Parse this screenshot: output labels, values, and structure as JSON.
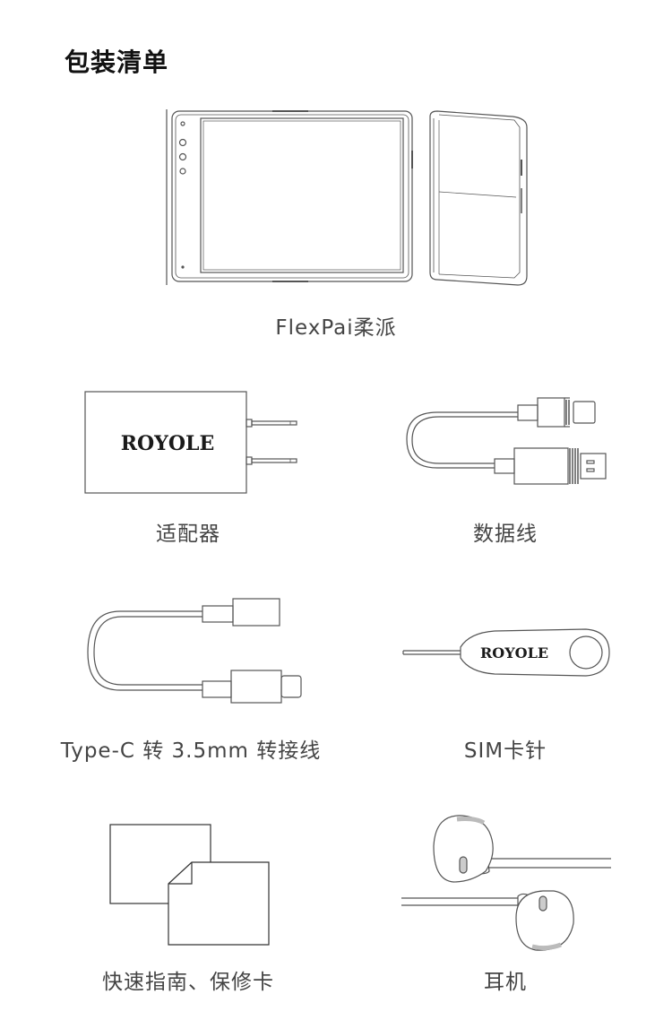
{
  "page": {
    "title": "包装清单"
  },
  "items": [
    {
      "id": "phone",
      "caption": "FlexPai柔派"
    },
    {
      "id": "adapter",
      "caption": "适配器",
      "brand": "ROYOLE"
    },
    {
      "id": "cable",
      "caption": "数据线"
    },
    {
      "id": "typec-adapter",
      "caption": "Type-C 转 3.5mm 转接线"
    },
    {
      "id": "sim-pin",
      "caption": "SIM卡针",
      "brand": "ROYOLE"
    },
    {
      "id": "guides",
      "caption": "快速指南、保修卡"
    },
    {
      "id": "earphones",
      "caption": "耳机"
    }
  ]
}
